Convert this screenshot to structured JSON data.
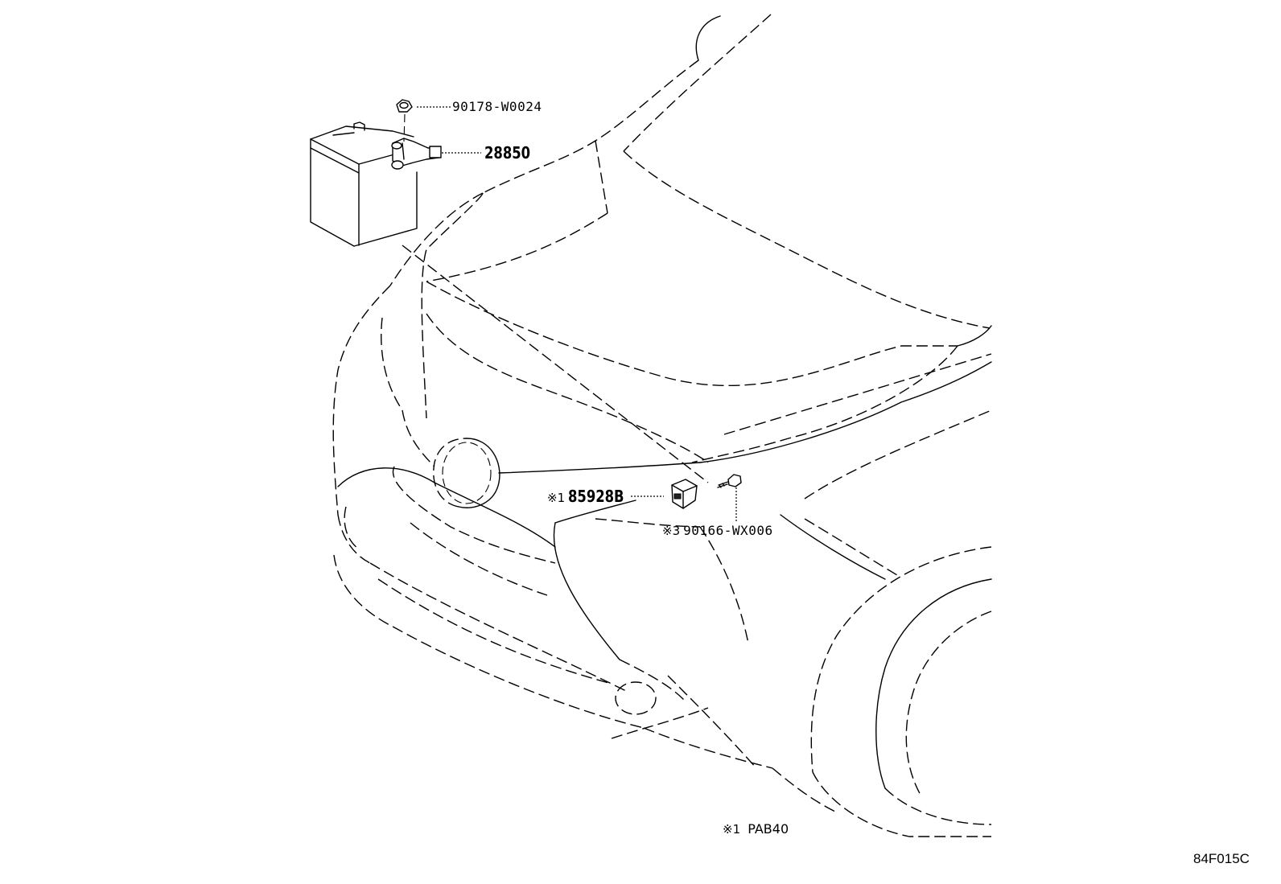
{
  "callouts": [
    {
      "id": "clip",
      "mark": "",
      "part_number": "90178-W0024"
    },
    {
      "id": "battery-sensor",
      "mark": "",
      "part_number": "28850"
    },
    {
      "id": "horn-sensor",
      "mark": "※1",
      "part_number": "85928B"
    },
    {
      "id": "bolt",
      "mark": "※3",
      "part_number": "90166-WX006"
    }
  ],
  "footnote": {
    "mark": "※1",
    "text": "PAB40"
  },
  "illustration_code": "84F015C"
}
